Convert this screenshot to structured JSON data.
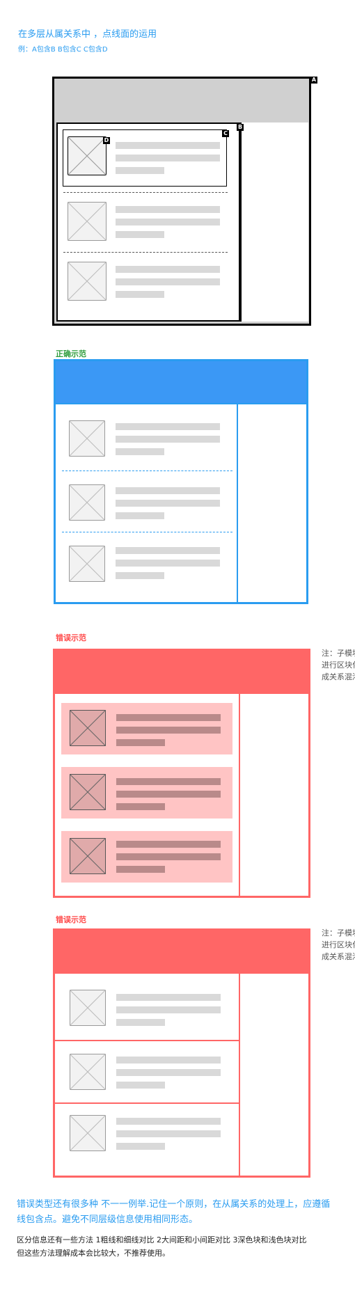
{
  "header": {
    "title": "在多层从属关系中 ，点线面的运用",
    "example": "例：A包含B   B包含C   C包含D"
  },
  "diagram1": {
    "tags": {
      "a": "A",
      "b": "B",
      "c": "C",
      "d": "D"
    }
  },
  "sections": {
    "correct_label": "正确示范",
    "wrong_label_1": "错误示范",
    "wrong_label_2": "错误示范"
  },
  "notes": {
    "note1_lines": [
      "注：子模块",
      "进行区块化",
      "成关系混淆"
    ],
    "note2_lines": [
      "注：子模块",
      "进行区块化",
      "成关系混淆"
    ]
  },
  "footer": {
    "blue_line1": "错误类型还有很多种  不一一例举.记住一个原则，在从属关系的处理上，应遵循",
    "blue_line2": "线包含点。避免不同层级信息使用相同形态。",
    "black_line1": "区分信息还有一些方法   1粗线和细线对比     2大间距和小间距对比    3深色块和浅色块对比",
    "black_line2": "但这些方法理解成本会比较大，不推荐使用。"
  },
  "colors": {
    "blue": "#2a9cf0",
    "blue_header": "#3b98f5",
    "red": "#ff6666",
    "pink_block": "#ffc4c4",
    "gray_header": "#d0d0d0",
    "green": "#2e9d3c"
  }
}
